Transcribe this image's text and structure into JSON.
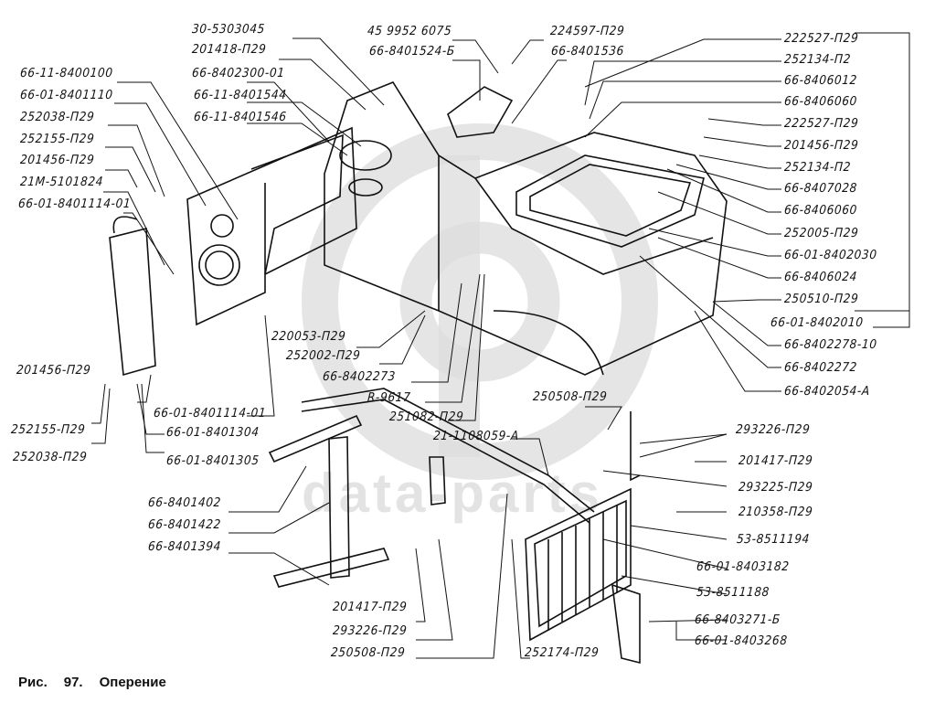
{
  "caption": {
    "prefix": "Рис.",
    "number": "97.",
    "title": "Оперение"
  },
  "watermark": {
    "text": "data-parts",
    "color": "#d0d0d0"
  },
  "labels": {
    "top_center": [
      "30-5303045",
      "201418-П29",
      "66-8402300-01",
      "66-11-8401544",
      "66-11-8401546"
    ],
    "top_left": [
      "66-11-8400100",
      "66-01-8401110",
      "252038-П29",
      "252155-П29",
      "201456-П29",
      "21М-5101824",
      "66-01-8401114-01"
    ],
    "top_mid": [
      "45 9952 6075",
      "66-8401524-Б",
      "224597-П29",
      "66-8401536"
    ],
    "right": [
      "222527-П29",
      "252134-П2",
      "66-8406012",
      "66-8406060",
      "222527-П29",
      "201456-П29",
      "252134-П2",
      "66-8407028",
      "66-8406060",
      "252005-П29",
      "66-01-8402030",
      "66-8406024",
      "250510-П29",
      "66-01-8402010",
      "66-8402278-10",
      "66-8402272",
      "66-8402054-А"
    ],
    "left_lower": [
      "201456-П29",
      "252155-П29",
      "252038-П29",
      "66-01-8401114-01",
      "66-01-8401304",
      "66-01-8401305",
      "66-8401402",
      "66-8401422",
      "66-8401394"
    ],
    "center": [
      "220053-П29",
      "252002-П29",
      "66-8402273",
      "R-9617",
      "251082-П29",
      "21-1108059-А"
    ],
    "right_lower": [
      "250508-П29",
      "293226-П29",
      "201417-П29",
      "293225-П29",
      "210358-П29",
      "53-8511194",
      "66-01-8403182",
      "53-8511188",
      "66-8403271-Б",
      "66-01-8403268"
    ],
    "bottom_center": [
      "201417-П29",
      "293226-П29",
      "250508-П29",
      "252174-П29"
    ]
  }
}
